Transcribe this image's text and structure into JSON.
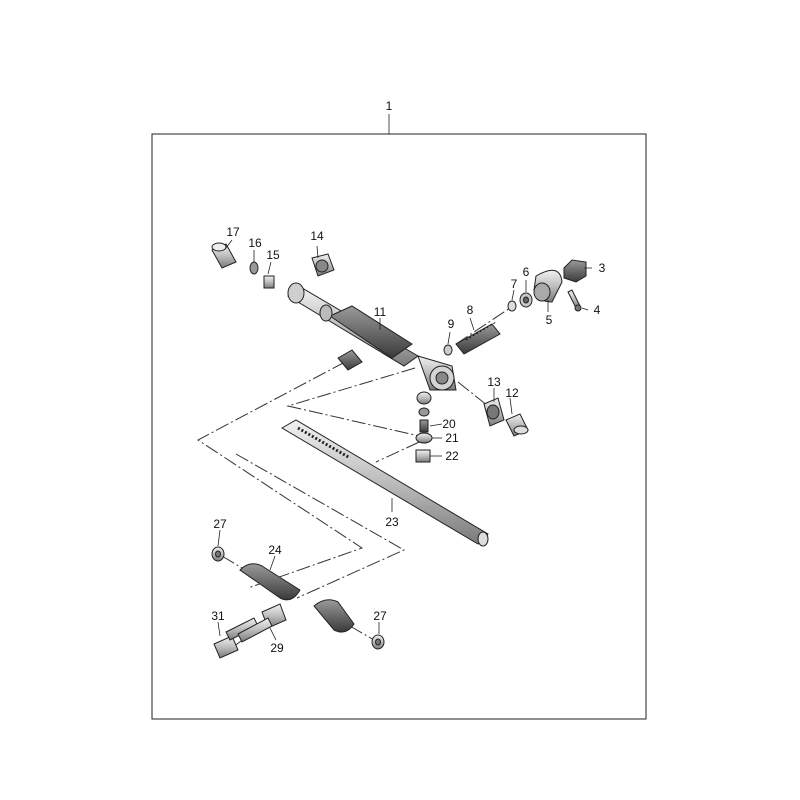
{
  "diagram": {
    "assembly_label": "1",
    "callouts": {
      "p3": "3",
      "p4": "4",
      "p5": "5",
      "p6": "6",
      "p7": "7",
      "p8": "8",
      "p9": "9",
      "p11": "11",
      "p12": "12",
      "p13": "13",
      "p14": "14",
      "p15": "15",
      "p16": "16",
      "p17": "17",
      "p20": "20",
      "p21": "21",
      "p22": "22",
      "p23": "23",
      "p24": "24",
      "p27a": "27",
      "p27b": "27",
      "p29": "29",
      "p31": "31"
    }
  }
}
